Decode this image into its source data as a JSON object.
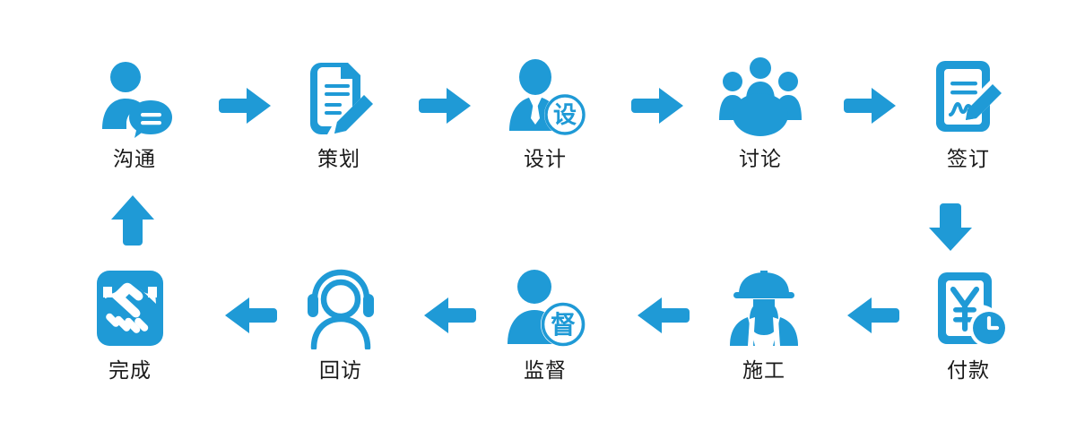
{
  "diagram": {
    "title": "",
    "accent_color": "#1f9ad6",
    "label_color": "#1a1a1a",
    "background": "#ffffff",
    "type": "process-flow",
    "flow_direction": "left-to-right then down then right-to-left",
    "steps": [
      {
        "index": 1,
        "label": "沟通",
        "icon": "person-speech-bubble-icon",
        "row": "top",
        "column": 1
      },
      {
        "index": 2,
        "label": "策划",
        "icon": "document-pencil-icon",
        "row": "top",
        "column": 2
      },
      {
        "index": 3,
        "label": "设计",
        "icon": "person-tie-badge-she-icon",
        "row": "top",
        "column": 3,
        "badge_text": "设"
      },
      {
        "index": 4,
        "label": "讨论",
        "icon": "group-meeting-icon",
        "row": "top",
        "column": 4
      },
      {
        "index": 5,
        "label": "签订",
        "icon": "contract-signature-pen-icon",
        "row": "top",
        "column": 5
      },
      {
        "index": 6,
        "label": "付款",
        "icon": "yuan-invoice-clock-icon",
        "row": "bottom",
        "column": 5
      },
      {
        "index": 7,
        "label": "施工",
        "icon": "construction-worker-icon",
        "row": "bottom",
        "column": 4
      },
      {
        "index": 8,
        "label": "监督",
        "icon": "person-badge-du-icon",
        "row": "bottom",
        "column": 3,
        "badge_text": "督"
      },
      {
        "index": 9,
        "label": "回访",
        "icon": "headset-support-person-icon",
        "row": "bottom",
        "column": 2
      },
      {
        "index": 10,
        "label": "完成",
        "icon": "handshake-square-icon",
        "row": "bottom",
        "column": 1
      }
    ],
    "connectors": [
      {
        "id": 1,
        "icon": "arrow-right-icon",
        "direction": "right",
        "from": "沟通",
        "to": "策划"
      },
      {
        "id": 2,
        "icon": "arrow-right-icon",
        "direction": "right",
        "from": "策划",
        "to": "设计"
      },
      {
        "id": 3,
        "icon": "arrow-right-icon",
        "direction": "right",
        "from": "设计",
        "to": "讨论"
      },
      {
        "id": 4,
        "icon": "arrow-right-icon",
        "direction": "right",
        "from": "讨论",
        "to": "签订"
      },
      {
        "id": 5,
        "icon": "arrow-down-icon",
        "direction": "down",
        "from": "签订",
        "to": "付款"
      },
      {
        "id": 6,
        "icon": "arrow-left-icon",
        "direction": "left",
        "from": "付款",
        "to": "施工"
      },
      {
        "id": 7,
        "icon": "arrow-left-icon",
        "direction": "left",
        "from": "施工",
        "to": "监督"
      },
      {
        "id": 8,
        "icon": "arrow-left-icon",
        "direction": "left",
        "from": "监督",
        "to": "回访"
      },
      {
        "id": 9,
        "icon": "arrow-left-icon",
        "direction": "left",
        "from": "回访",
        "to": "完成"
      },
      {
        "id": 10,
        "icon": "arrow-up-icon",
        "direction": "up",
        "from": "完成",
        "to": "沟通"
      }
    ]
  }
}
